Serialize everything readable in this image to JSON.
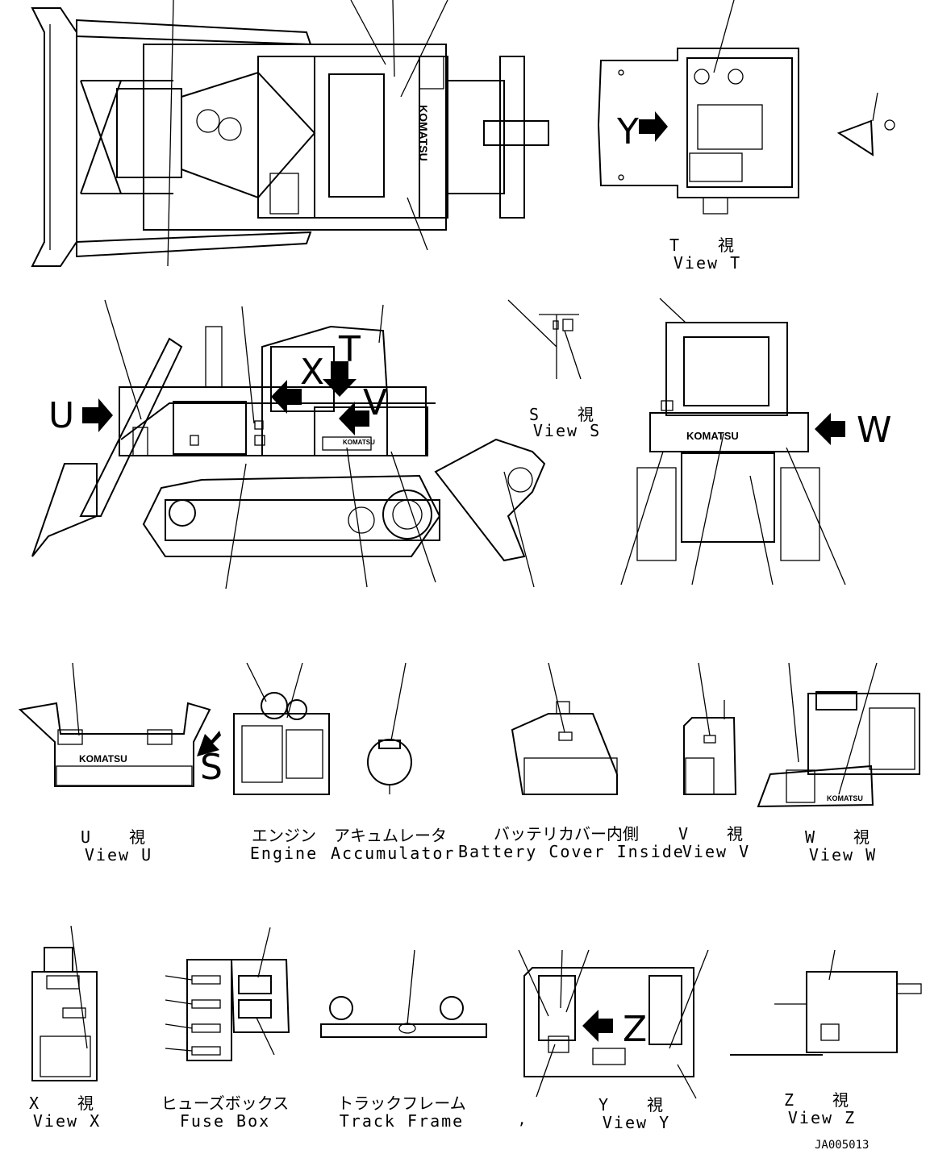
{
  "view_letters": {
    "y_top": "Y",
    "x": "X",
    "t": "T",
    "v": "V",
    "u": "U",
    "w": "W",
    "s": "S",
    "z": "Z"
  },
  "views": {
    "t": {
      "jp": "T　視",
      "en": "View T"
    },
    "s": {
      "jp": "S　視",
      "en": "View S"
    },
    "u": {
      "jp": "U　視",
      "en": "View U"
    },
    "engine": {
      "jp": "エンジン",
      "en": "Engine"
    },
    "accumulator": {
      "jp": "アキュムレータ",
      "en": "Accumulator"
    },
    "battery": {
      "jp": "バッテリカバー内側",
      "en": "Battery Cover Inside"
    },
    "v": {
      "jp": "V　視",
      "en": "View V"
    },
    "w": {
      "jp": "W　視",
      "en": "View W"
    },
    "x": {
      "jp": "X　視",
      "en": "View X"
    },
    "fuse": {
      "jp": "ヒューズボックス",
      "en": "Fuse Box"
    },
    "track": {
      "jp": "トラックフレーム",
      "en": "Track Frame"
    },
    "y": {
      "jp": "Y　視",
      "en": "View Y"
    },
    "z": {
      "jp": "Z　視",
      "en": "View Z"
    }
  },
  "brand": "KOMATSU",
  "stray_mark": ",",
  "drawing_code": "JA005013"
}
